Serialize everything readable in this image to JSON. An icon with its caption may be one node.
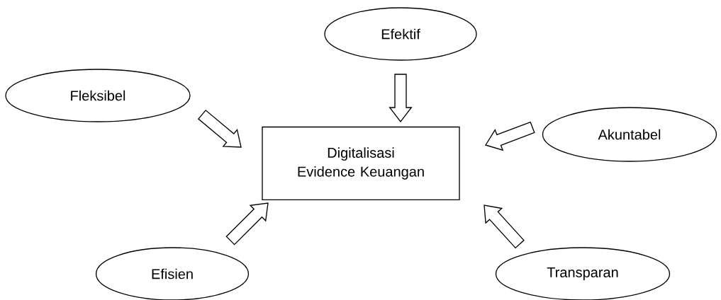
{
  "diagram": {
    "nodes": [
      {
        "text": [
          "Efektif"
        ]
      },
      {
        "text": [
          "Fleksibel"
        ]
      },
      {
        "text": [
          "Akuntabel"
        ]
      },
      {
        "text": [
          "Digitalisasi Evidence Keuangan"
        ]
      },
      {
        "text": [
          "Efisien"
        ]
      },
      {
        "text": [
          "Transparan"
        ]
      }
    ],
    "edges": [
      {
        "from": 0,
        "to": 3,
        "arrow": "to"
      },
      {
        "from": 1,
        "to": 3,
        "arrow": "to"
      },
      {
        "from": 2,
        "to": 3,
        "arrow": "to"
      },
      {
        "from": 4,
        "to": 3,
        "arrow": "to"
      },
      {
        "from": 5,
        "to": 3,
        "arrow": "to"
      }
    ]
  }
}
